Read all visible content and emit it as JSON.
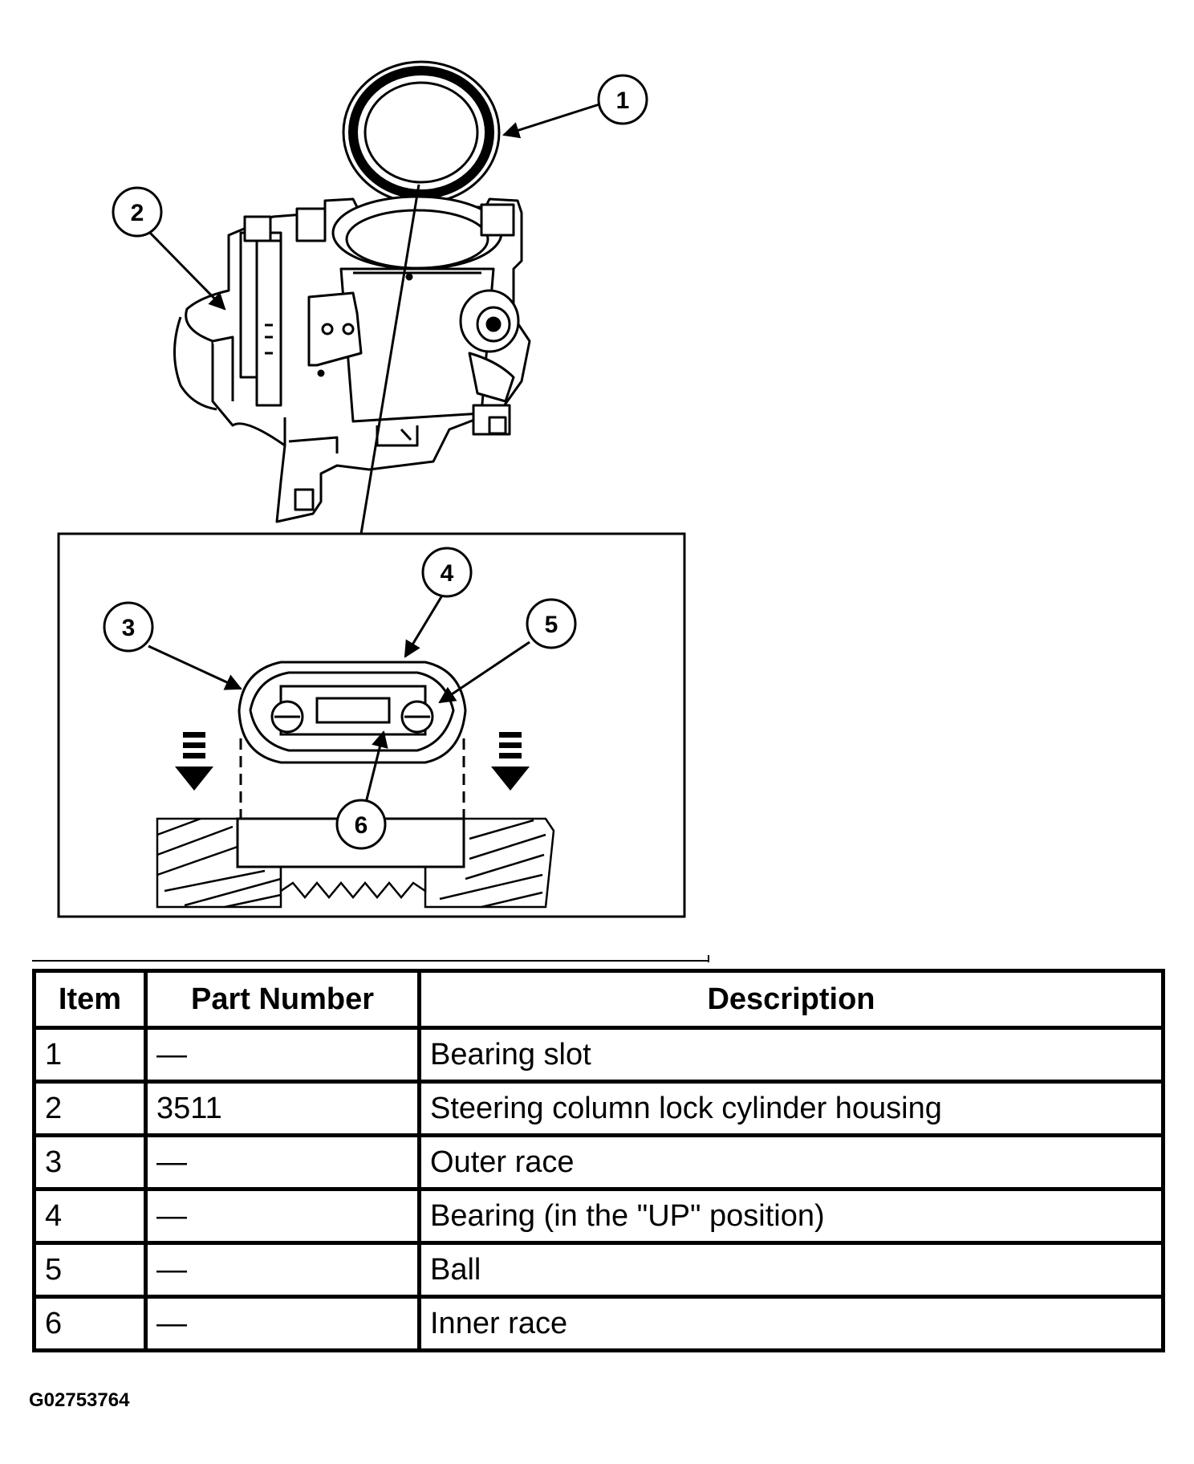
{
  "callouts": [
    "1",
    "2",
    "3",
    "4",
    "5",
    "6"
  ],
  "table": {
    "headers": [
      "Item",
      "Part Number",
      "Description"
    ],
    "rows": [
      {
        "item": "1",
        "part": "—",
        "desc": "Bearing slot"
      },
      {
        "item": "2",
        "part": "3511",
        "desc": "Steering column lock cylinder housing"
      },
      {
        "item": "3",
        "part": "—",
        "desc": "Outer race"
      },
      {
        "item": "4",
        "part": "—",
        "desc": "Bearing (in the \"UP\" position)"
      },
      {
        "item": "5",
        "part": "—",
        "desc": "Ball"
      },
      {
        "item": "6",
        "part": "—",
        "desc": "Inner race"
      }
    ]
  },
  "figure_code": "G02753764"
}
